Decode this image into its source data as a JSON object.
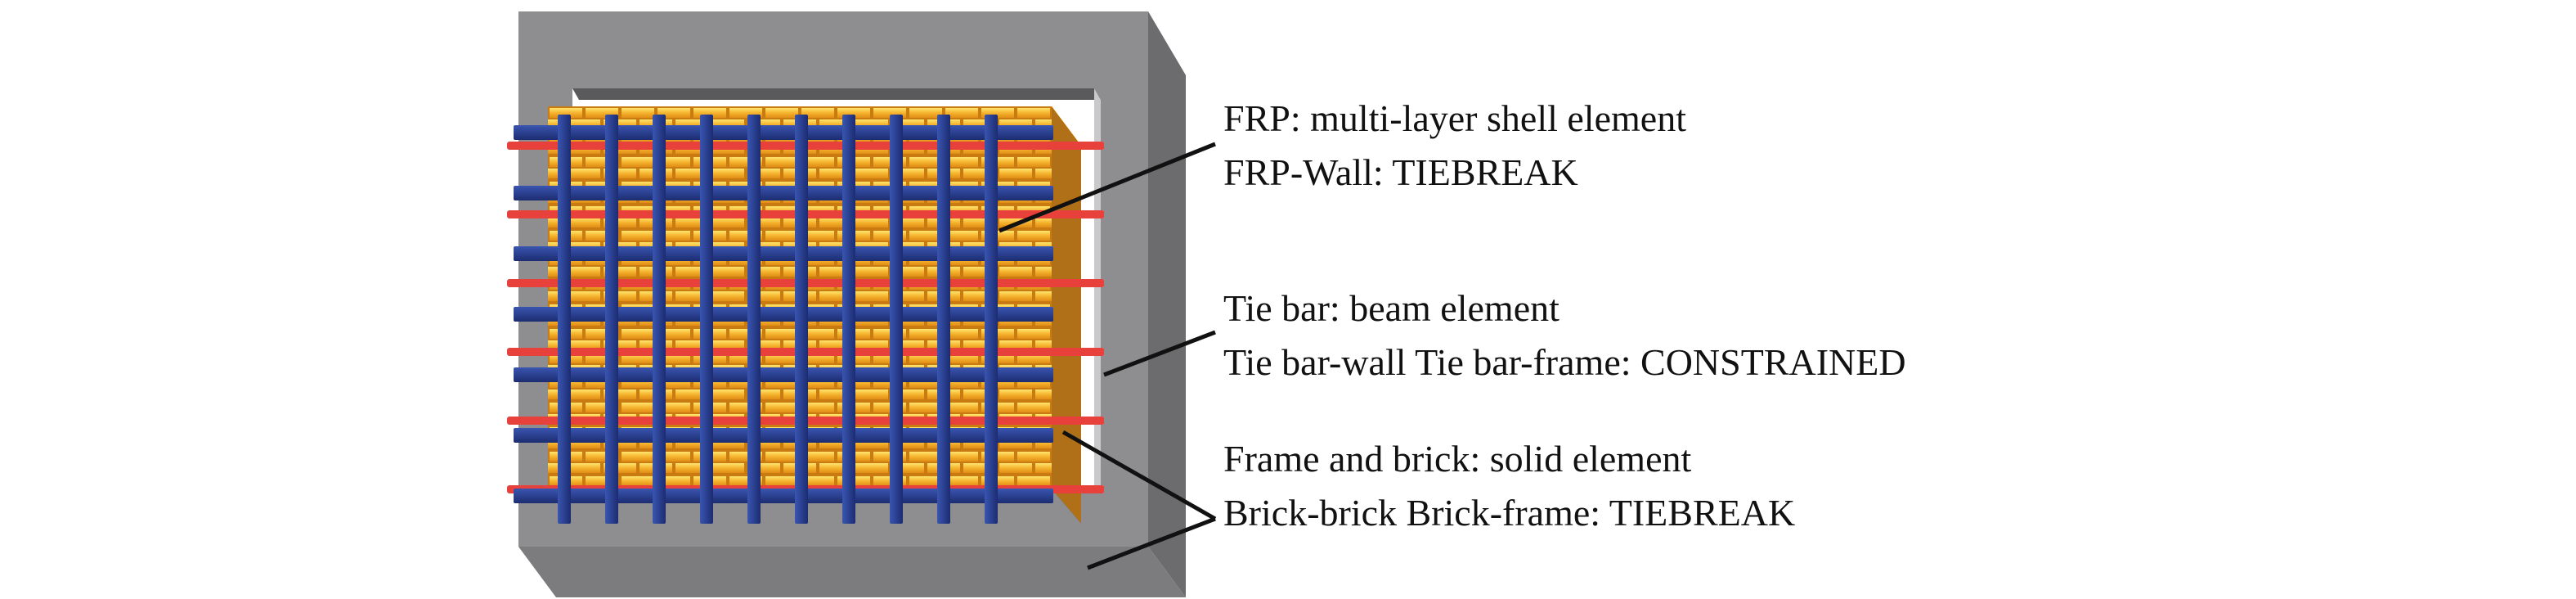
{
  "annotations": {
    "frp": {
      "line1": "FRP: multi-layer shell element",
      "line2": "FRP-Wall: TIEBREAK"
    },
    "tie_bar": {
      "line1": "Tie bar: beam element",
      "line2": "Tie bar-wall  Tie bar-frame: CONSTRAINED"
    },
    "frame_brick": {
      "line1": "Frame and brick: solid element",
      "line2": "Brick-brick  Brick-frame: TIEBREAK"
    }
  },
  "colors": {
    "frame_front": "#8c8c8e",
    "frame_top": "#b4b4b6",
    "frame_side": "#6a6a6c",
    "brick": "#f0a828",
    "brick_highlight": "#ffe36a",
    "mortar": "#c87a12",
    "frp_strip": "#2a3f8f",
    "tie_bar": "#e8403a",
    "leader_line": "#111111"
  }
}
